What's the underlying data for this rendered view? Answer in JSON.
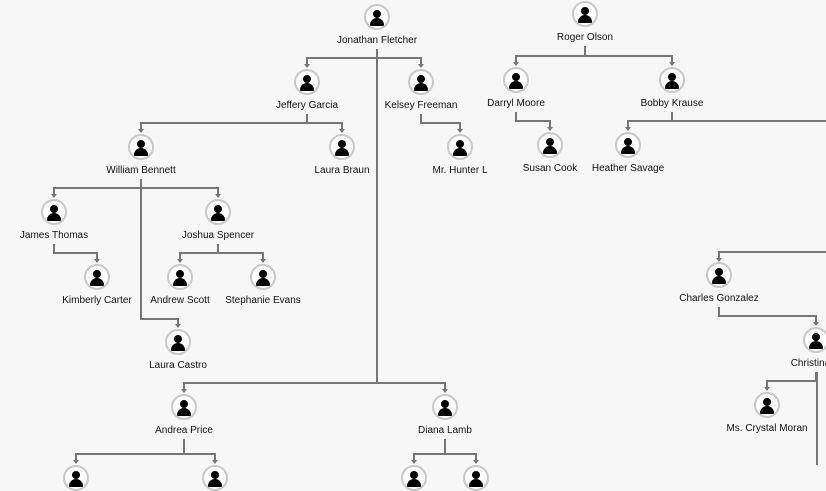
{
  "chart": {
    "title": "Organization chart",
    "nodes": [
      {
        "id": "jf",
        "name": "Jonathan Fletcher"
      },
      {
        "id": "ro",
        "name": "Roger Olson"
      },
      {
        "id": "jg",
        "name": "Jeffery Garcia"
      },
      {
        "id": "kf",
        "name": "Kelsey Freeman"
      },
      {
        "id": "dm",
        "name": "Darryl Moore"
      },
      {
        "id": "bk",
        "name": "Bobby Krause"
      },
      {
        "id": "wb",
        "name": "William Bennett"
      },
      {
        "id": "lb",
        "name": "Laura Braun"
      },
      {
        "id": "hl",
        "name": "Mr. Hunter L"
      },
      {
        "id": "sc",
        "name": "Susan Cook"
      },
      {
        "id": "hs",
        "name": "Heather Savage"
      },
      {
        "id": "jt",
        "name": "James Thomas"
      },
      {
        "id": "js",
        "name": "Joshua Spencer"
      },
      {
        "id": "kc",
        "name": "Kimberly Carter"
      },
      {
        "id": "as",
        "name": "Andrew Scott"
      },
      {
        "id": "se",
        "name": "Stephanie Evans"
      },
      {
        "id": "lc",
        "name": "Laura Castro"
      },
      {
        "id": "cg",
        "name": "Charles Gonzalez"
      },
      {
        "id": "cm",
        "name": "Christina M"
      },
      {
        "id": "ap",
        "name": "Andrea Price"
      },
      {
        "id": "dl",
        "name": "Diana Lamb"
      },
      {
        "id": "crm",
        "name": "Ms. Crystal Moran"
      },
      {
        "id": "p1",
        "name": ""
      },
      {
        "id": "p2",
        "name": ""
      },
      {
        "id": "p3",
        "name": ""
      },
      {
        "id": "p4",
        "name": ""
      }
    ],
    "edges": [
      [
        "jf",
        "jg"
      ],
      [
        "jf",
        "kf"
      ],
      [
        "jf",
        "ap"
      ],
      [
        "jf",
        "dl"
      ],
      [
        "ro",
        "dm"
      ],
      [
        "ro",
        "bk"
      ],
      [
        "jg",
        "wb"
      ],
      [
        "jg",
        "lb"
      ],
      [
        "kf",
        "hl"
      ],
      [
        "dm",
        "sc"
      ],
      [
        "bk",
        "hs"
      ],
      [
        "wb",
        "jt"
      ],
      [
        "wb",
        "js"
      ],
      [
        "wb",
        "lc"
      ],
      [
        "jt",
        "kc"
      ],
      [
        "js",
        "as"
      ],
      [
        "js",
        "se"
      ],
      [
        "cg",
        "cm"
      ],
      [
        "cm",
        "crm"
      ],
      [
        "ap",
        "p1"
      ],
      [
        "ap",
        "p2"
      ],
      [
        "dl",
        "p3"
      ],
      [
        "dl",
        "p4"
      ]
    ],
    "colors": {
      "line": "#767676",
      "avatar_border": "#c8c8c8",
      "background": "#f7f7f7"
    }
  }
}
